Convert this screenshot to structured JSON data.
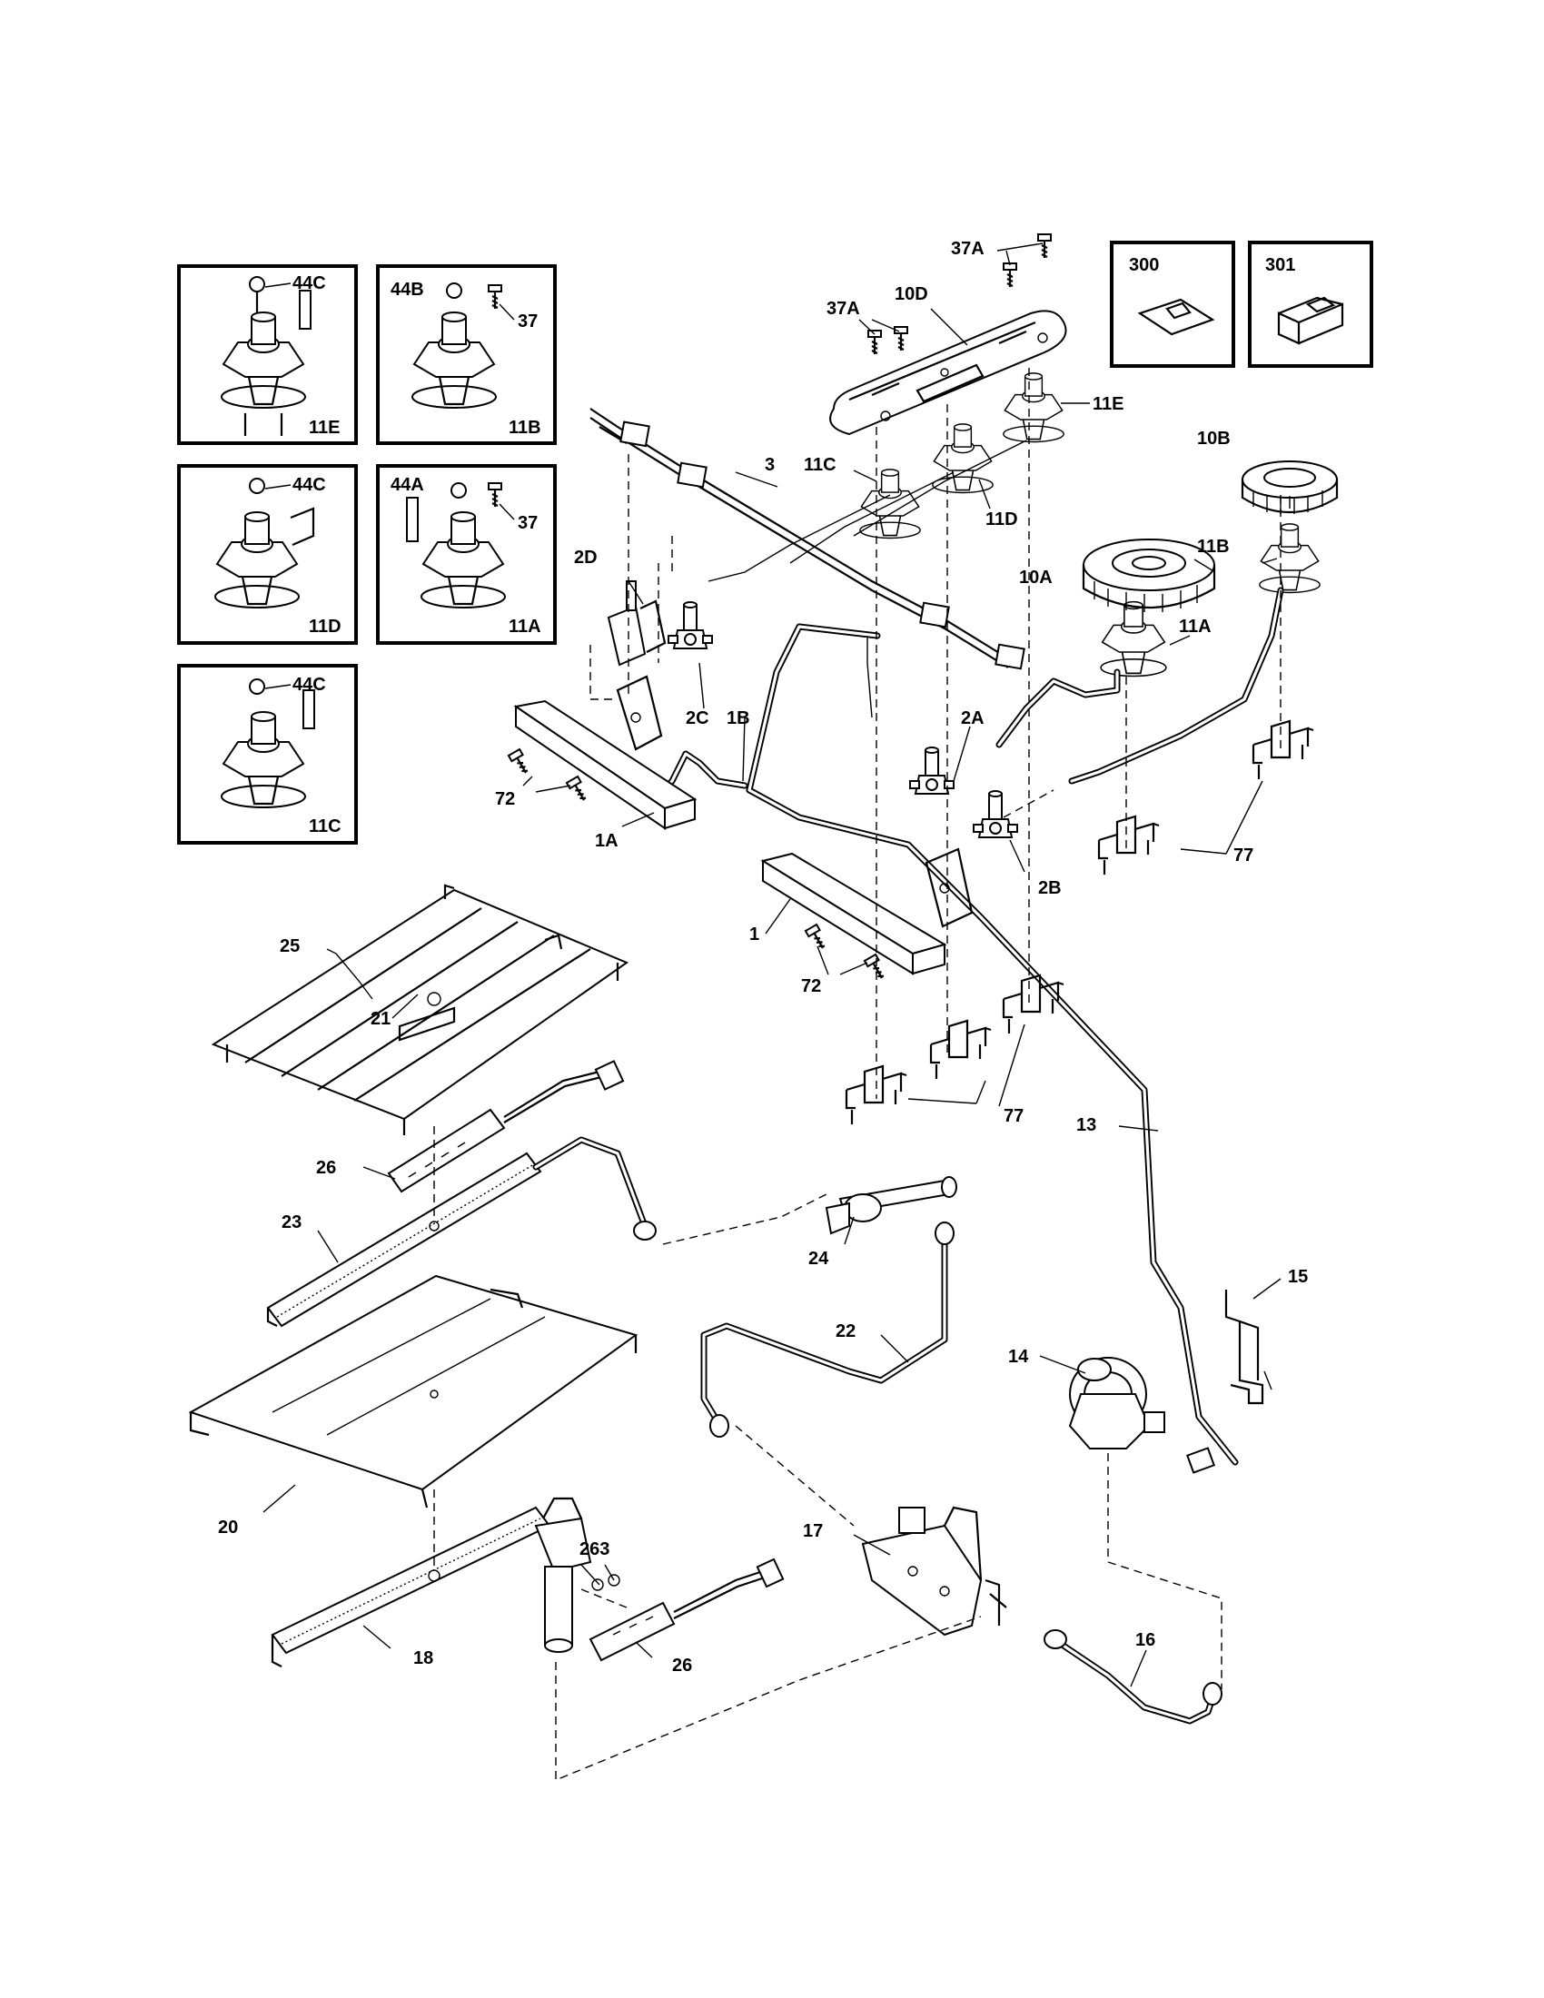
{
  "callouts": {
    "c1": "1",
    "c1A": "1A",
    "c1B": "1B",
    "c2A": "2A",
    "c2B": "2B",
    "c2C": "2C",
    "c2D": "2D",
    "c3": "3",
    "c10A": "10A",
    "c10B": "10B",
    "c10D": "10D",
    "c11A": "11A",
    "c11B": "11B",
    "c11C": "11C",
    "c11D": "11D",
    "c11E": "11E",
    "c13": "13",
    "c14": "14",
    "c15": "15",
    "c16": "16",
    "c17": "17",
    "c18": "18",
    "c20": "20",
    "c21": "21",
    "c22": "22",
    "c23": "23",
    "c24": "24",
    "c25": "25",
    "c26": "26",
    "c263": "263",
    "c37": "37",
    "c37A": "37A",
    "c44A": "44A",
    "c44B": "44B",
    "c44C": "44C",
    "c72": "72",
    "c77": "77",
    "c300": "300",
    "c301": "301"
  },
  "inset_boxes": [
    {
      "top_label": "44C",
      "bottom_label": "11E"
    },
    {
      "top_label": "44B",
      "side_label": "37",
      "bottom_label": "11B"
    },
    {
      "top_label": "44C",
      "bottom_label": "11D"
    },
    {
      "top_label": "44A",
      "side_label": "37",
      "bottom_label": "11A"
    },
    {
      "top_label": "44C",
      "bottom_label": "11C"
    }
  ],
  "kit_boxes": [
    {
      "label": "300"
    },
    {
      "label": "301"
    }
  ]
}
